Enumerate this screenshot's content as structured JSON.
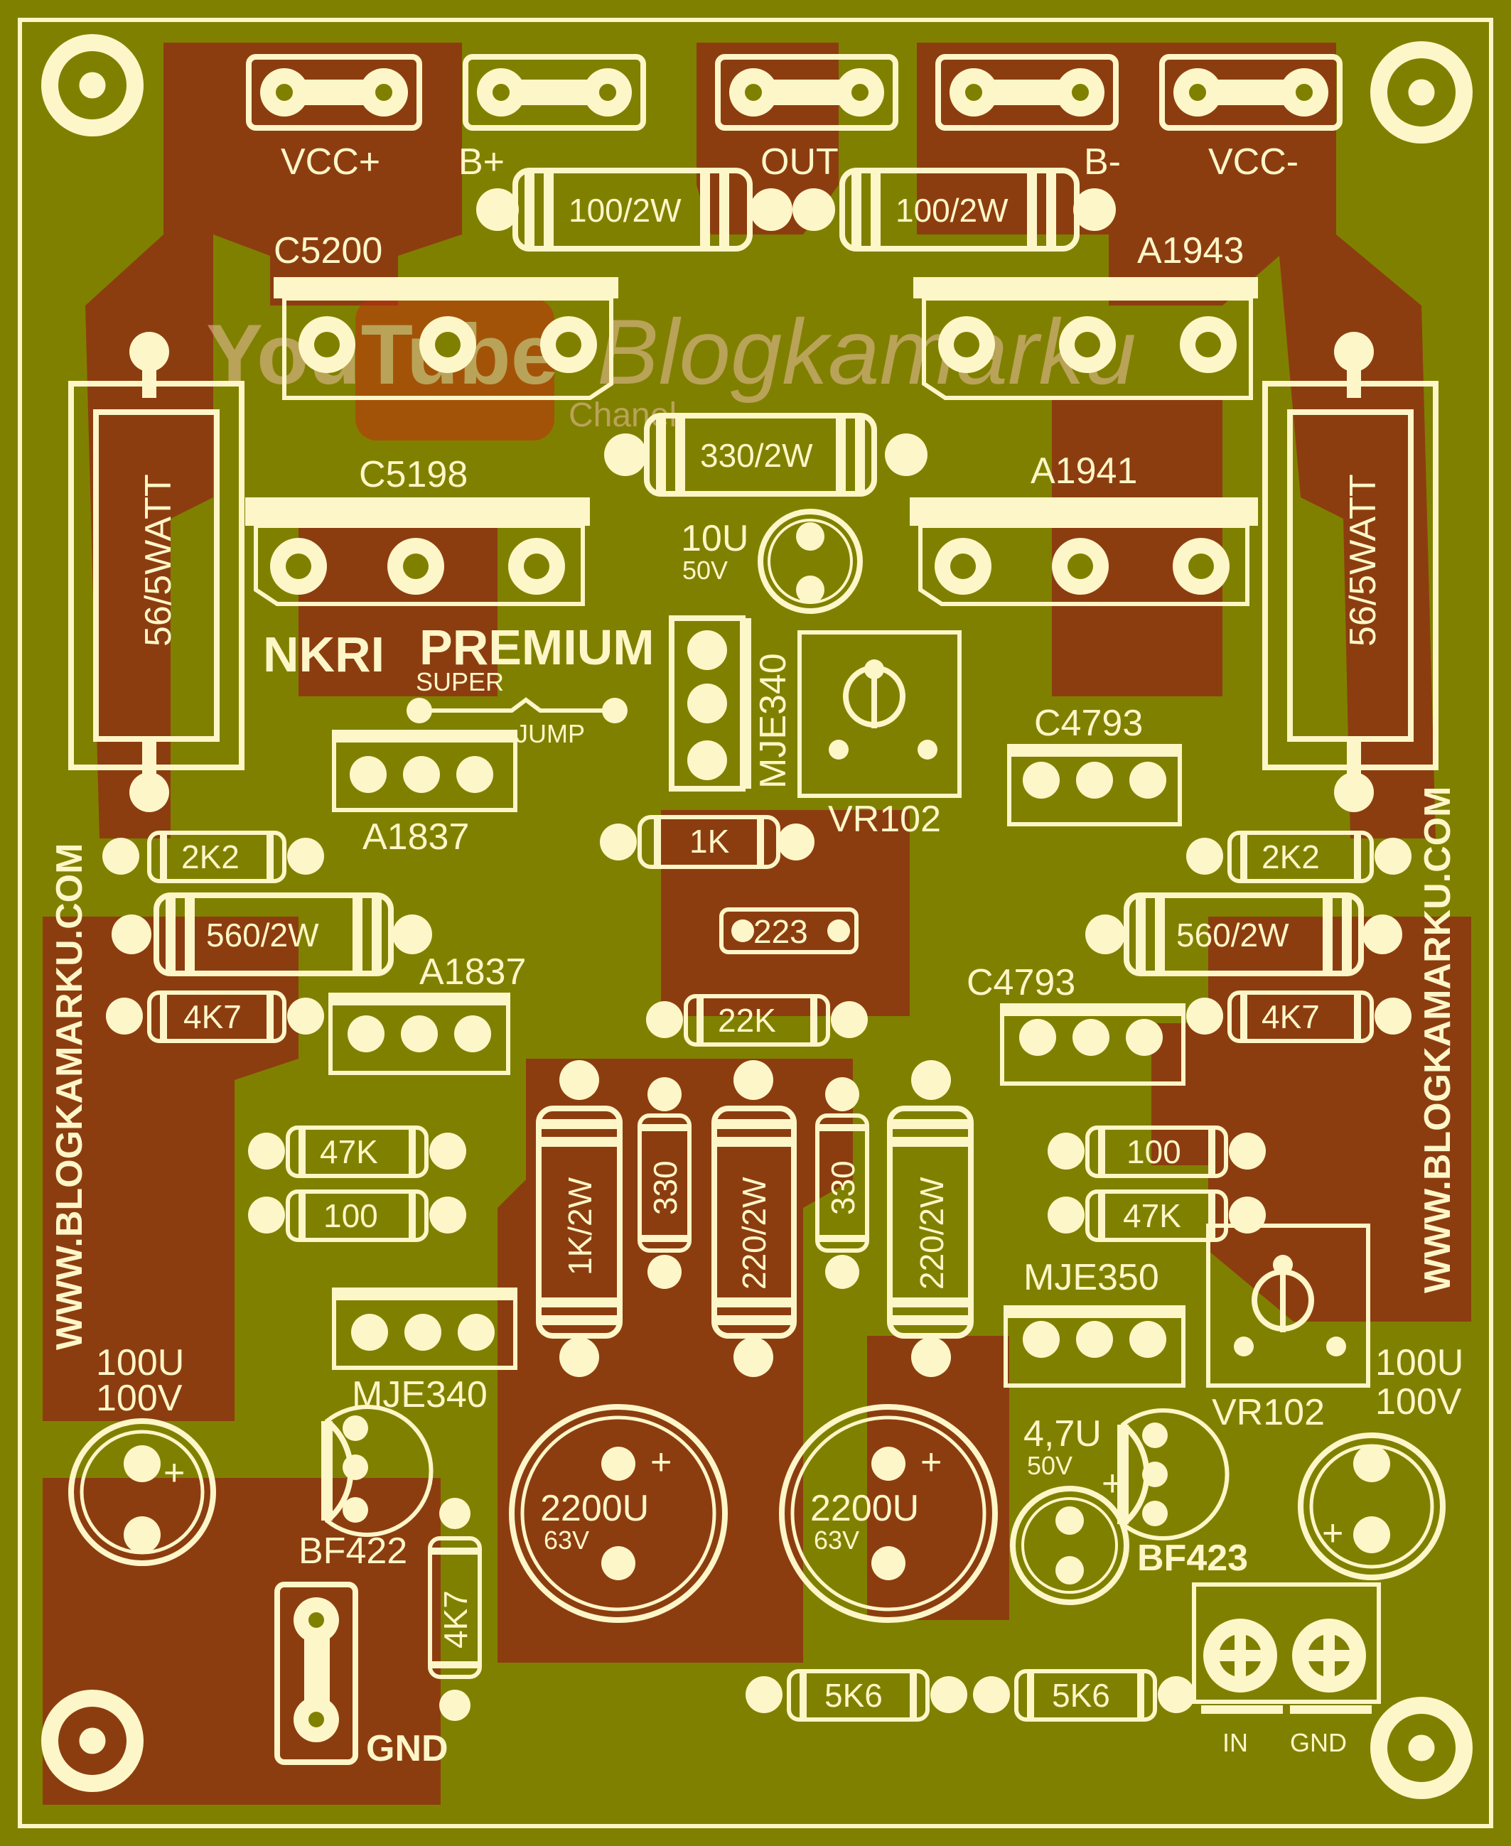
{
  "colors": {
    "board": "#808000",
    "copper": "#8c3d10",
    "silk": "#fdf6c8",
    "watermark": "#9a4a2a"
  },
  "terminals": {
    "vcc_plus": "VCC+",
    "b_plus": "B+",
    "out": "OUT",
    "b_minus": "B-",
    "vcc_minus": "VCC-",
    "gnd": "GND",
    "in": "IN",
    "gnd_small": "GND"
  },
  "title": {
    "nkri": "NKRI",
    "premium": "PREMIUM",
    "super": "SUPER",
    "jump": "JUMP"
  },
  "watermark": {
    "youtube": "YouTube",
    "brand": "Blogkamarku",
    "chanel": "Chanel"
  },
  "side_url": "WWW.BLOGKAMARKU.COM",
  "transistors": {
    "c5200": "C5200",
    "a1943": "A1943",
    "c5198": "C5198",
    "a1941": "A1941",
    "mje340_top": "MJE340",
    "a1837_top": "A1837",
    "a1837_mid": "A1837",
    "c4793_top": "C4793",
    "c4793_mid": "C4793",
    "mje340_bottom": "MJE340",
    "mje350": "MJE350",
    "bf422": "BF422",
    "bf423": "BF423"
  },
  "resistors": {
    "r100_2w_left": "100/2W",
    "r100_2w_right": "100/2W",
    "r330_2w": "330/2W",
    "r56_5w_left": "56/5WATT",
    "r56_5w_right": "56/5WATT",
    "r1k": "1K",
    "r2k2_left": "2K2",
    "r2k2_right": "2K2",
    "r560_left": "560/2W",
    "r560_right": "560/2W",
    "r4k7_left": "4K7",
    "r4k7_right": "4K7",
    "r22k": "22K",
    "r47k_left": "47K",
    "r100_left": "100",
    "r100_right": "100",
    "r47k_right": "47K",
    "r1k_2w": "1K/2W",
    "r330_a": "330",
    "r220_2w_a": "220/2W",
    "r330_b": "330",
    "r220_2w_b": "220/2W",
    "r4k7_bottom": "4K7",
    "r5k6_a": "5K6",
    "r5k6_b": "5K6"
  },
  "capacitors": {
    "c10u_value": "10U",
    "c10u_voltage": "50V",
    "c223": "223",
    "c100u_left_value": "100U",
    "c100u_left_voltage": "100V",
    "c100u_right_value": "100U",
    "c100u_right_voltage": "100V",
    "c2200_a_value": "2200U",
    "c2200_a_voltage": "63V",
    "c2200_b_value": "2200U",
    "c2200_b_voltage": "63V",
    "c4u7_value": "4,7U",
    "c4u7_voltage": "50V"
  },
  "trimmers": {
    "vr_top": "VR102",
    "vr_bottom": "VR102"
  }
}
